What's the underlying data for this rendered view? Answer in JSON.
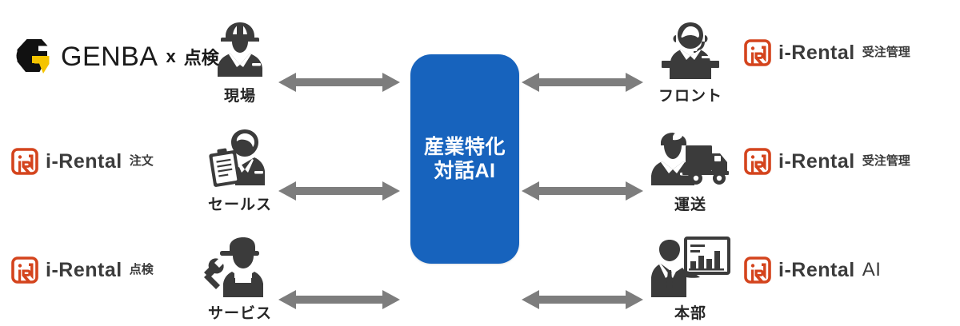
{
  "diagram": {
    "background": "#ffffff",
    "hub": {
      "name": "central-hub",
      "line1": "産業特化",
      "line2": "対話AI",
      "color": "#1763bd",
      "text_color": "#ffffff"
    },
    "brand_colors": {
      "i_rental_mark": "#d4441d",
      "genba_black": "#111111",
      "genba_yellow": "#f5c400",
      "arrow_gray": "#7d7d7d"
    },
    "arrow": {
      "name": "bidirectional-arrow",
      "direction": "both",
      "color": "#7d7d7d",
      "count": 6
    },
    "rows": [
      {
        "id": "row-genba-front",
        "left_product": {
          "type": "genba",
          "word": "GENBA",
          "x": "x",
          "kanji": "点検",
          "icon": "genba-hex-logo-icon"
        },
        "left_persona": {
          "label": "現場",
          "icon": "construction-worker-icon"
        },
        "right_persona": {
          "label": "フロント",
          "icon": "reception-staff-icon"
        },
        "right_product": {
          "type": "i-rental",
          "brand": "i-Rental",
          "suffix": "受注管理",
          "suffix_style": "bold",
          "icon": "i-rental-mark-icon"
        }
      },
      {
        "id": "row-order-transport",
        "left_product": {
          "type": "i-rental",
          "brand": "i-Rental",
          "suffix": "注文",
          "suffix_style": "bold",
          "icon": "i-rental-mark-icon"
        },
        "left_persona": {
          "label": "セールス",
          "icon": "sales-person-clipboard-icon"
        },
        "right_persona": {
          "label": "運送",
          "icon": "delivery-driver-truck-icon"
        },
        "right_product": {
          "type": "i-rental",
          "brand": "i-Rental",
          "suffix": "受注管理",
          "suffix_style": "bold",
          "icon": "i-rental-mark-icon"
        }
      },
      {
        "id": "row-inspection-hq",
        "left_product": {
          "type": "i-rental",
          "brand": "i-Rental",
          "suffix": "点検",
          "suffix_style": "bold",
          "icon": "i-rental-mark-icon"
        },
        "left_persona": {
          "label": "サービス",
          "icon": "service-mechanic-wrench-icon"
        },
        "right_persona": {
          "label": "本部",
          "icon": "headquarters-presenter-chart-icon"
        },
        "right_product": {
          "type": "i-rental",
          "brand": "i-Rental",
          "suffix": "AI",
          "suffix_style": "light",
          "icon": "i-rental-mark-icon"
        }
      }
    ]
  }
}
